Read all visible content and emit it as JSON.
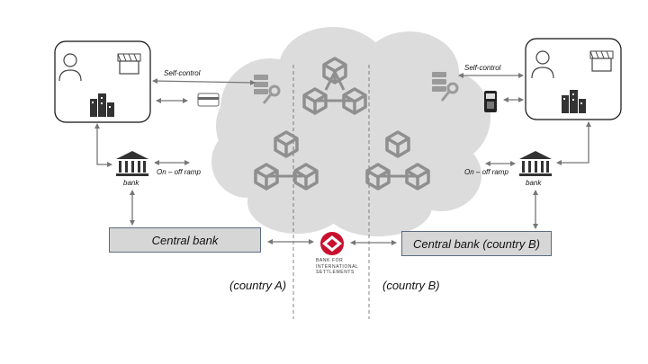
{
  "labels": {
    "self_control_left": "Self-control",
    "self_control_right": "Self-control",
    "on_off_ramp_left": "On – off ramp",
    "on_off_ramp_right": "On – off ramp",
    "bank_left": "bank",
    "bank_right": "bank",
    "central_bank_left": "Central bank",
    "central_bank_right": "Central bank (country B)",
    "country_a": "(country A)",
    "country_b": "(country B)"
  },
  "bis": {
    "line1": "BANK FOR",
    "line2": "INTERNATIONAL",
    "line3": "SETTLEMENTS"
  },
  "colors": {
    "cloud": "#dcdcdc",
    "cube": "#8f8f8f",
    "bis_red": "#c8102e",
    "box_fill": "#d6d6d6",
    "box_border": "#5b6b82",
    "arrow": "#777777"
  }
}
